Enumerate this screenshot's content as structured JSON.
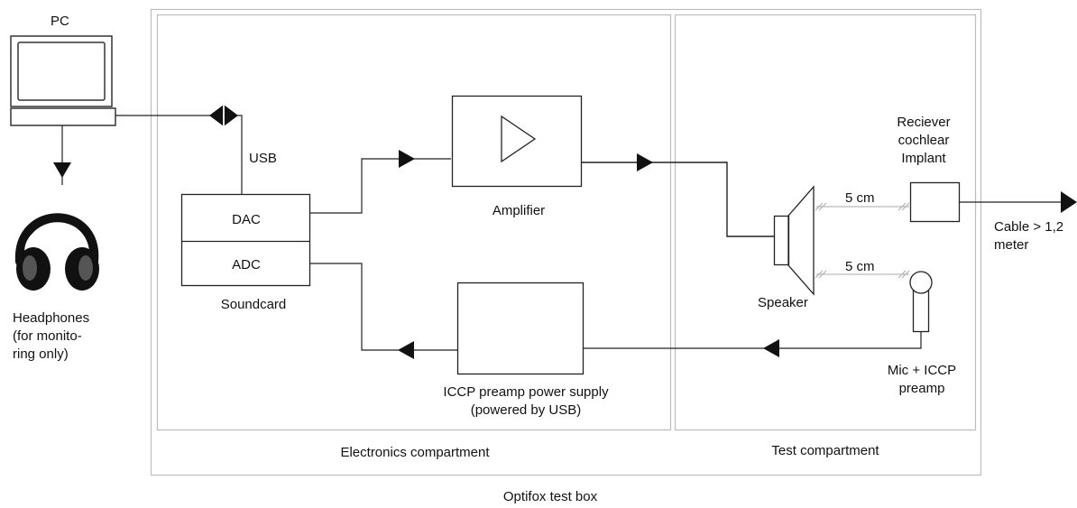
{
  "pc": {
    "label": "PC"
  },
  "headphones": {
    "line1": "Headphones",
    "line2": "(for monito-",
    "line3": "ring only)"
  },
  "usb": {
    "label": "USB"
  },
  "soundcard": {
    "dac": "DAC",
    "adc": "ADC",
    "label": "Soundcard"
  },
  "amplifier": {
    "label": "Amplifier"
  },
  "preamp_supply": {
    "line1": "ICCP preamp power supply",
    "line2": "(powered by USB)"
  },
  "receiver": {
    "line1": "Reciever",
    "line2": "cochlear",
    "line3": "Implant"
  },
  "distance": {
    "upper": "5 cm",
    "lower": "5 cm"
  },
  "cable": {
    "line1": "Cable > 1,2",
    "line2": "meter"
  },
  "speaker": {
    "label": "Speaker"
  },
  "mic": {
    "line1": "Mic + ICCP",
    "line2": "preamp"
  },
  "compartments": {
    "electronics": "Electronics compartment",
    "test": "Test compartment"
  },
  "box": {
    "label": "Optifox test box"
  },
  "colors": {
    "line": "#222222",
    "frame": "#bdbdbd"
  }
}
